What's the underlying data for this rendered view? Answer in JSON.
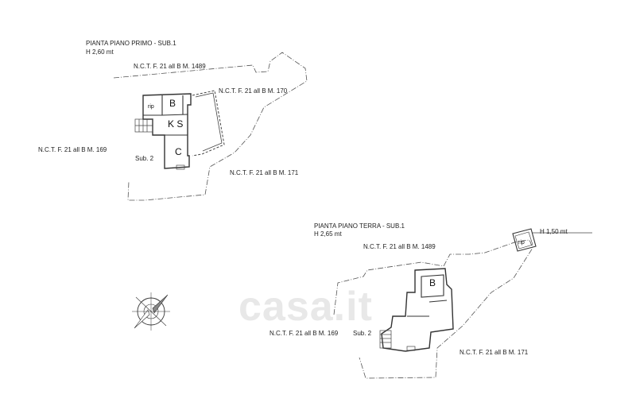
{
  "first_floor": {
    "title": "PIANTA PIANO PRIMO - SUB.1",
    "height": "H 2,60 mt",
    "parcel_1489": "N.C.T. F. 21 all B M. 1489",
    "parcel_170": "N.C.T. F. 21 all B M. 170",
    "parcel_169": "N.C.T. F. 21 all B M. 169",
    "parcel_171": "N.C.T. F. 21 all B M. 171",
    "sub2": "Sub. 2",
    "rooms": {
      "rip": "rip",
      "bath": "B",
      "kitchen": "K S",
      "bedroom": "C"
    }
  },
  "ground_floor": {
    "title": "PIANTA PIANO TERRA - SUB.1",
    "height": "H 2,65 mt",
    "parcel_1489": "N.C.T. F. 21 all B M. 1489",
    "parcel_169": "N.C.T. F. 21 all B M. 169",
    "parcel_171": "N.C.T. F. 21 all B M. 171",
    "sub2": "Sub. 2",
    "rip_height": "H 1,50 mt",
    "rooms": {
      "rip": "rip",
      "bath": "B"
    }
  },
  "watermark": {
    "text": "casa.it"
  }
}
